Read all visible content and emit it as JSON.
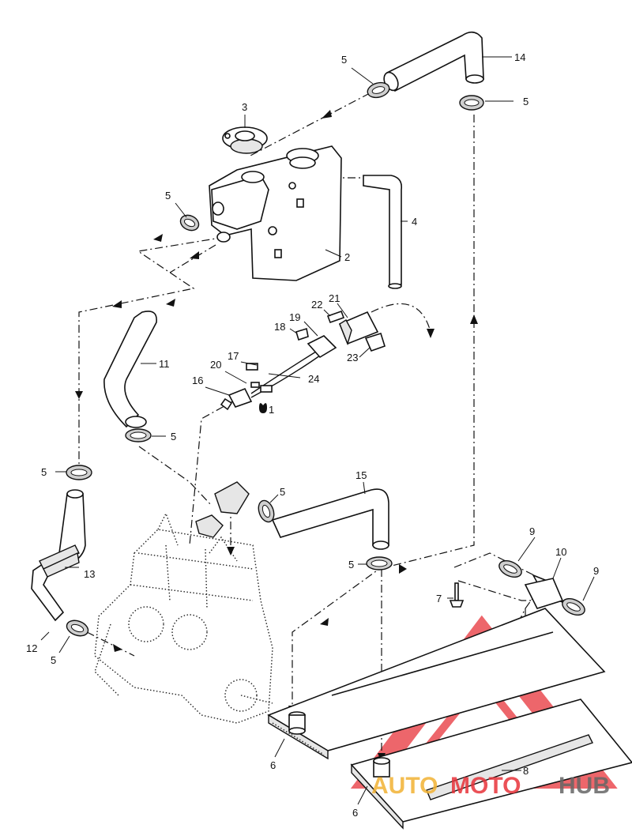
{
  "callouts": {
    "c1": "1",
    "c2": "2",
    "c3": "3",
    "c4": "4",
    "c5a": "5",
    "c5b": "5",
    "c5c": "5",
    "c5d": "5",
    "c5e": "5",
    "c5f": "5",
    "c5g": "5",
    "c5h": "5",
    "c6a": "6",
    "c6b": "6",
    "c7": "7",
    "c8": "8",
    "c9a": "9",
    "c9b": "9",
    "c10": "10",
    "c11": "11",
    "c12": "12",
    "c13": "13",
    "c14": "14",
    "c15": "15",
    "c16": "16",
    "c17": "17",
    "c18": "18",
    "c19": "19",
    "c20": "20",
    "c21": "21",
    "c22": "22",
    "c23": "23",
    "c24": "24"
  },
  "watermark": {
    "part1": "AUTO",
    "part2": "MOTO",
    "part3": "HUB",
    "color_red": "#e8333a",
    "color_gray": "#666666"
  }
}
